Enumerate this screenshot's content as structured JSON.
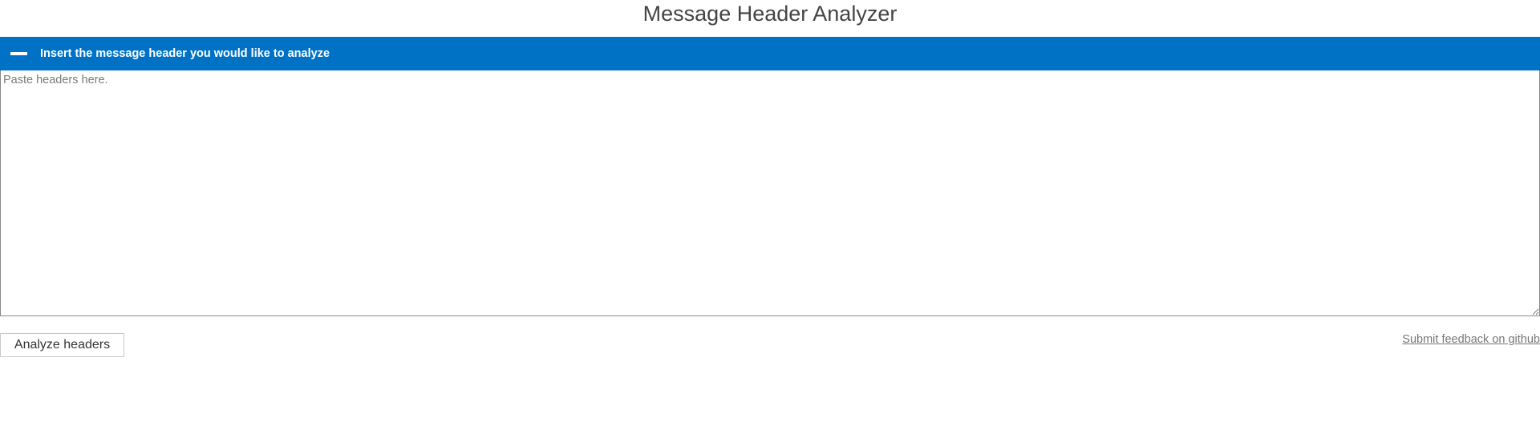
{
  "header": {
    "title": "Message Header Analyzer"
  },
  "section": {
    "label": "Insert the message header you would like to analyze",
    "toggle_icon": "minus-icon"
  },
  "input": {
    "value": "",
    "placeholder": "Paste headers here."
  },
  "actions": {
    "analyze_label": "Analyze headers",
    "feedback_link": "Submit feedback on github"
  },
  "colors": {
    "accent": "#0072c6"
  }
}
